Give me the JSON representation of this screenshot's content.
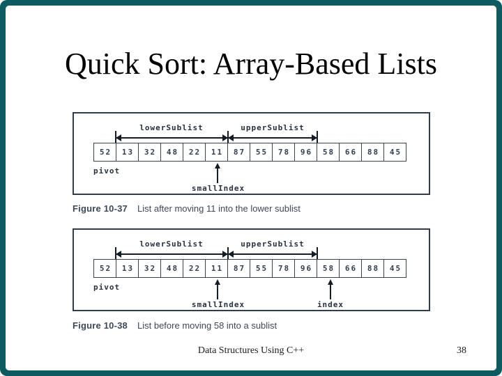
{
  "title": "Quick Sort: Array-Based Lists",
  "figures": [
    {
      "caption_label": "Figure 10-37",
      "caption_text": "List after moving 11 into the lower sublist",
      "cells": [
        "52",
        "13",
        "32",
        "48",
        "22",
        "11",
        "87",
        "55",
        "78",
        "96",
        "58",
        "66",
        "88",
        "45"
      ],
      "lower_sublist_label": "lowerSublist",
      "upper_sublist_label": "upperSublist",
      "pivot_label": "pivot",
      "small_index_label": "smallIndex"
    },
    {
      "caption_label": "Figure 10-38",
      "caption_text": "List before moving 58 into a sublist",
      "cells": [
        "52",
        "13",
        "32",
        "48",
        "22",
        "11",
        "87",
        "55",
        "78",
        "96",
        "58",
        "66",
        "88",
        "45"
      ],
      "lower_sublist_label": "lowerSublist",
      "upper_sublist_label": "upperSublist",
      "pivot_label": "pivot",
      "small_index_label": "smallIndex",
      "index_label": "index"
    }
  ],
  "footer": {
    "text": "Data Structures Using C++",
    "page_number": "38"
  },
  "colors": {
    "frame": "#0d5b60",
    "diagram_ink": "#2e3c4c",
    "caption": "#3d4859"
  }
}
